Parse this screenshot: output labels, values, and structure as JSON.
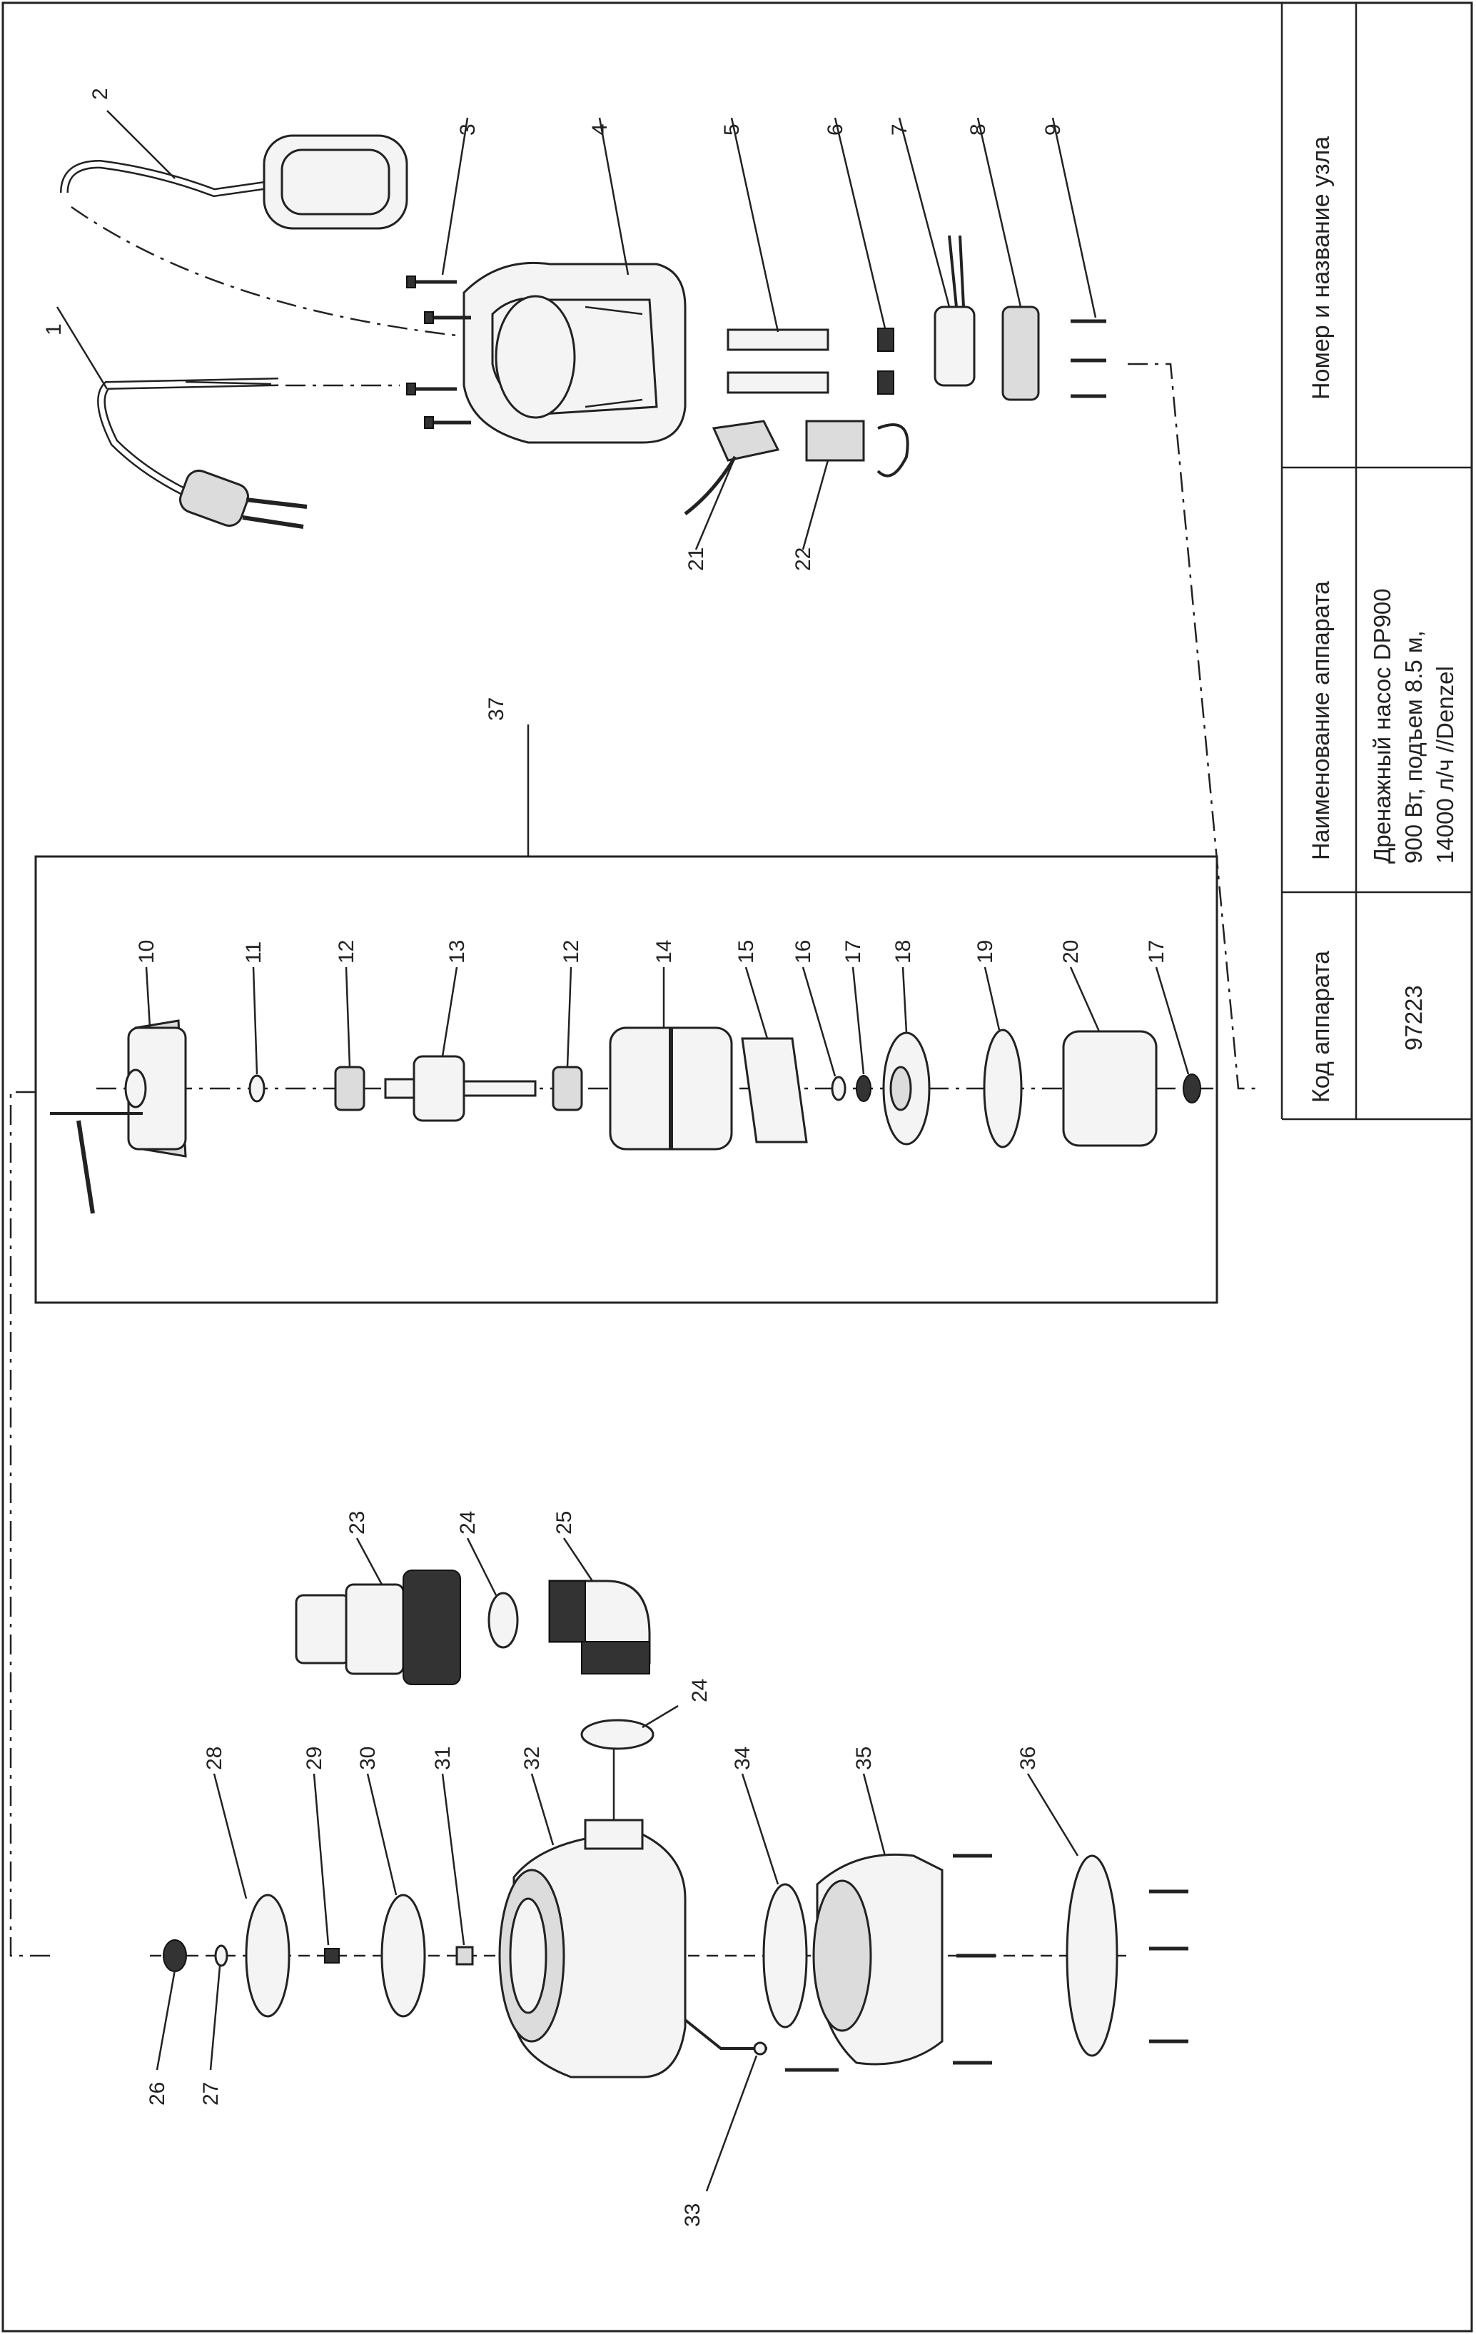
{
  "title_block": {
    "col_node_header": "Номер и название узла",
    "col_name_header": "Наименование аппарата",
    "col_code_header": "Код аппарата",
    "device_name_line1": "Дренажный насос DP900",
    "device_name_line2": "900 Вт, подъем 8.5 м,",
    "device_name_line3": "14000 л/ч //Denzel",
    "device_code": "97223"
  },
  "callouts": {
    "c1": "1",
    "c2": "2",
    "c3": "3",
    "c4": "4",
    "c5": "5",
    "c6": "6",
    "c7": "7",
    "c8": "8",
    "c9": "9",
    "c10": "10",
    "c11": "11",
    "c12a": "12",
    "c12b": "12",
    "c13": "13",
    "c14": "14",
    "c15": "15",
    "c16": "16",
    "c17a": "17",
    "c17b": "17",
    "c18": "18",
    "c19": "19",
    "c20": "20",
    "c21": "21",
    "c22": "22",
    "c23": "23",
    "c24a": "24",
    "c24b": "24",
    "c25": "25",
    "c26": "26",
    "c27": "27",
    "c28": "28",
    "c29": "29",
    "c30": "30",
    "c31": "31",
    "c32": "32",
    "c33": "33",
    "c34": "34",
    "c35": "35",
    "c36": "36",
    "c37": "37"
  }
}
